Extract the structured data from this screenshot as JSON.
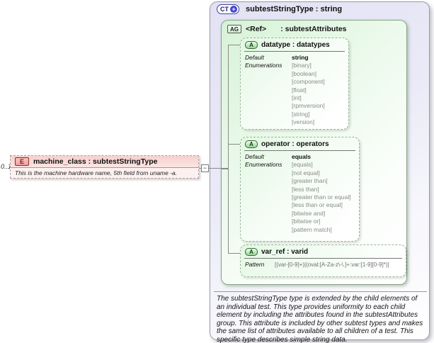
{
  "element": {
    "cardinality": "0..1",
    "badge": "E",
    "title": "machine_class : subtestStringType",
    "annotation": "This is the machine hardware name, 5th field from uname -a."
  },
  "connector": {
    "collapse_glyph": "−"
  },
  "complex_type": {
    "badge": "CT",
    "expand_glyph": "+",
    "title": "subtestStringType : string",
    "description": "The subtestStringType type is extended by the child elements of an individual test.  This type provides uniformity to each child element by including the attributes found in the subtestAttributes group.  This attribute is included by other subtest types and makes the same list of attributes available to all children of a test.  This specific type describes simple string data."
  },
  "attribute_group": {
    "badge": "AG",
    "ref_label": "<Ref>",
    "type_label": ": subtestAttributes"
  },
  "attributes": {
    "datatype": {
      "badge": "A",
      "title": "datatype : datatypes",
      "default_label": "Default",
      "default_value": "string",
      "enums_label": "Enumerations",
      "enums": [
        "[binary]",
        "[boolean]",
        "[component]",
        "[float]",
        "[int]",
        "[rpmversion]",
        "[string]",
        "[version]"
      ]
    },
    "operator": {
      "badge": "A",
      "title": "operator : operators",
      "default_label": "Default",
      "default_value": "equals",
      "enums_label": "Enumerations",
      "enums": [
        "[equals]",
        "[not equal]",
        "[greater than]",
        "[less than]",
        "[greater than or equal]",
        "[less than or equal]",
        "[bitwise and]",
        "[bitwise or]",
        "[pattern match]"
      ]
    },
    "var_ref": {
      "badge": "A",
      "title": "var_ref : varid",
      "pattern_label": "Pattern",
      "pattern_value": "[(var-[0-9]+)|(oval:[A-Za-z\\-\\.]+:var:[1-9][0-9]*)]"
    }
  },
  "colors": {
    "complex_type_fill": "#e2e2f4",
    "attribute_group_fill": "#d7f2d7",
    "attribute_fill": "#e3f8e3",
    "element_fill": "#f6d0cd",
    "enum_text": "#8a8a8a",
    "badge_ct_border": "#4343a0",
    "badge_e_border": "#952626",
    "badge_a_border": "#2e6b2e"
  }
}
